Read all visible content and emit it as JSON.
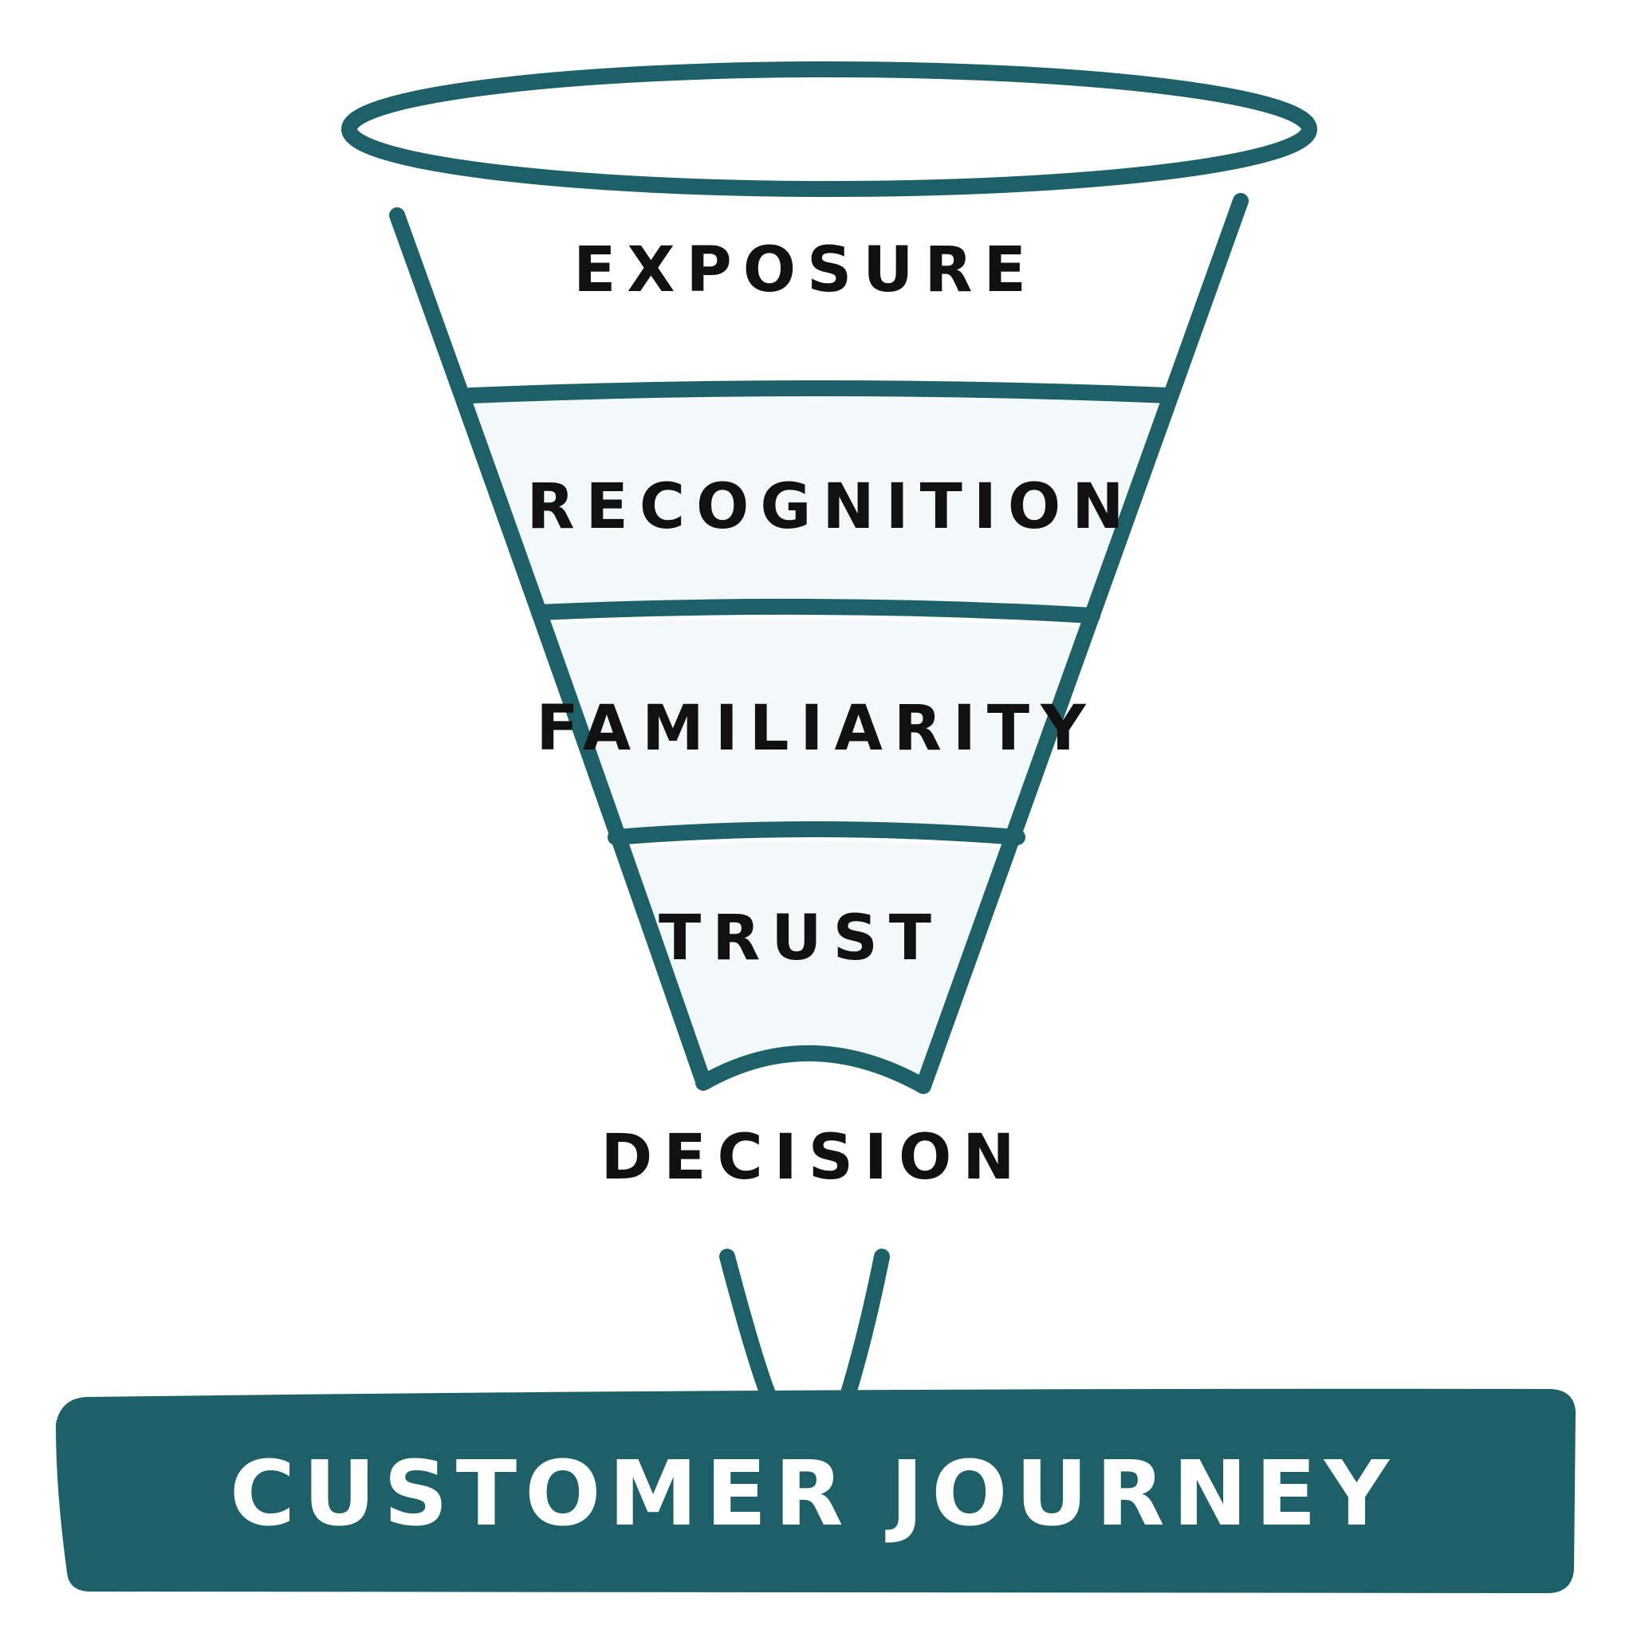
{
  "colors": {
    "stroke": "#1e6068",
    "band_fill": "#f3f8fb",
    "banner_fill": "#1e6068",
    "label_text": "#111111",
    "banner_text": "#ffffff"
  },
  "funnel": {
    "stages": [
      {
        "label": "EXPOSURE"
      },
      {
        "label": "RECOGNITION"
      },
      {
        "label": "FAMILIARITY"
      },
      {
        "label": "TRUST"
      }
    ],
    "outcome": {
      "label": "DECISION"
    }
  },
  "banner": {
    "title": "CUSTOMER JOURNEY"
  }
}
